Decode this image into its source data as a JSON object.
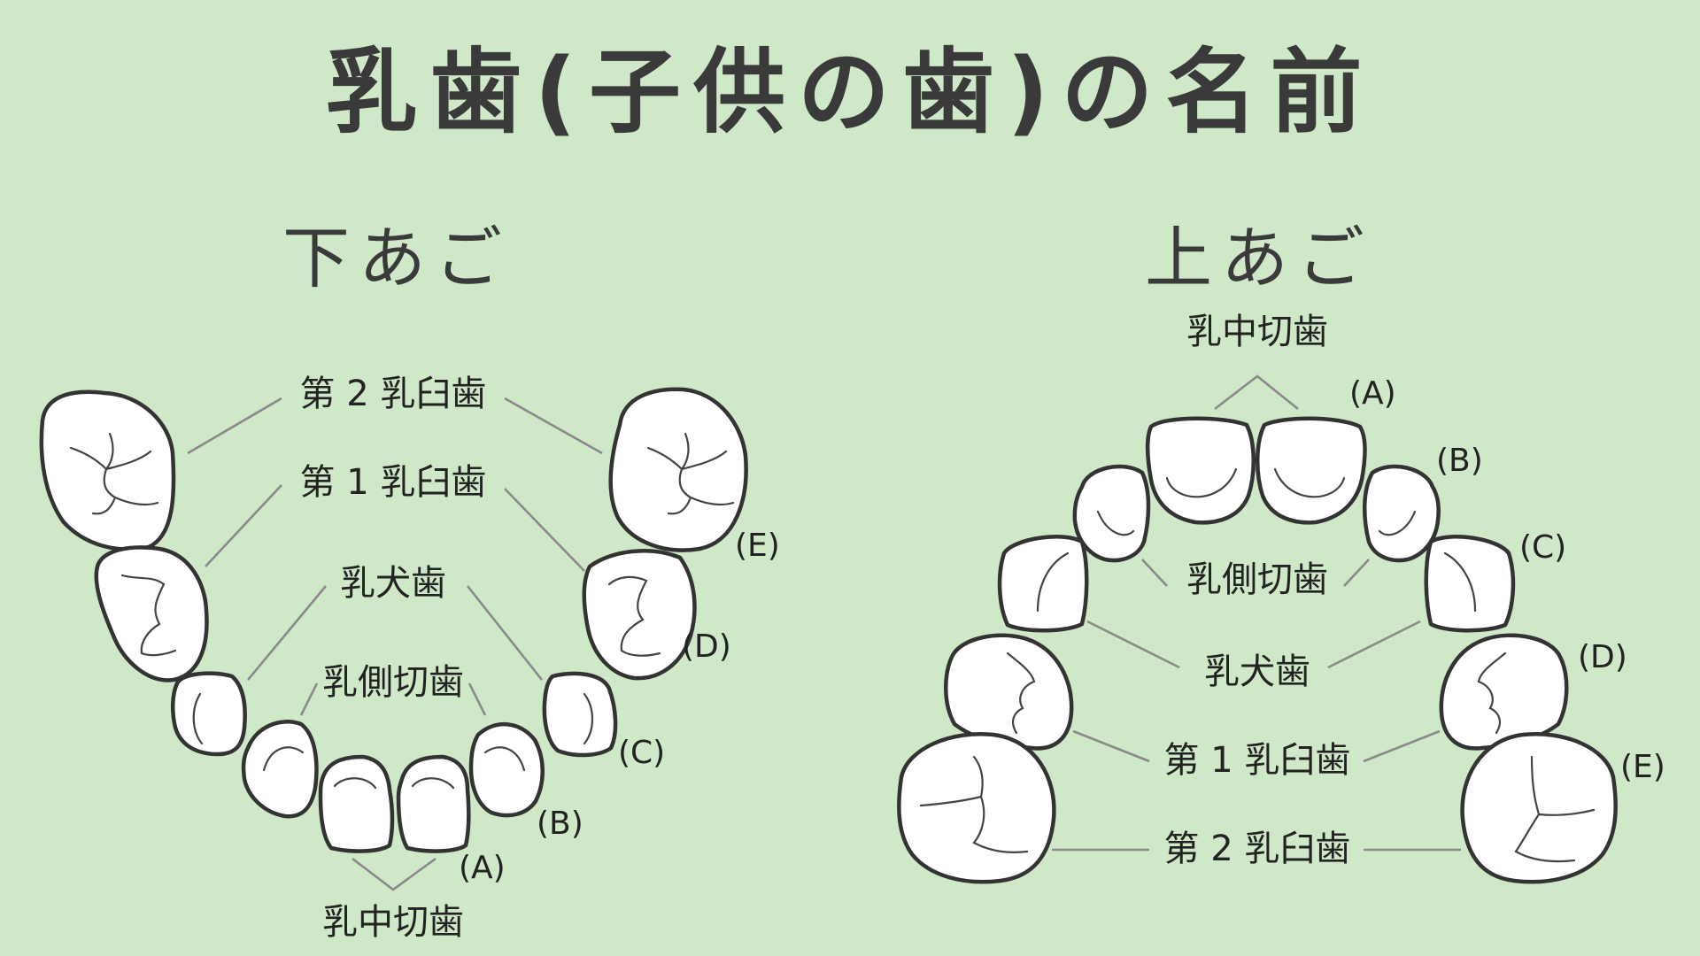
{
  "title": "乳歯(子供の歯)の名前",
  "lower": {
    "heading": "下あご",
    "labels": {
      "m2": "第 2 乳臼歯",
      "m1": "第 1 乳臼歯",
      "canine": "乳犬歯",
      "lateral": "乳側切歯",
      "central": "乳中切歯"
    },
    "letters": {
      "A": "(A)",
      "B": "(B)",
      "C": "(C)",
      "D": "(D)",
      "E": "(E)"
    }
  },
  "upper": {
    "heading": "上あご",
    "labels": {
      "central": "乳中切歯",
      "lateral": "乳側切歯",
      "canine": "乳犬歯",
      "m1": "第 1 乳臼歯",
      "m2": "第 2 乳臼歯"
    },
    "letters": {
      "A": "(A)",
      "B": "(B)",
      "C": "(C)",
      "D": "(D)",
      "E": "(E)"
    }
  },
  "colors": {
    "background": "#cfe8c7",
    "tooth_fill": "#ffffff",
    "outline": "#333333",
    "leader_line": "#8a8a8a"
  }
}
